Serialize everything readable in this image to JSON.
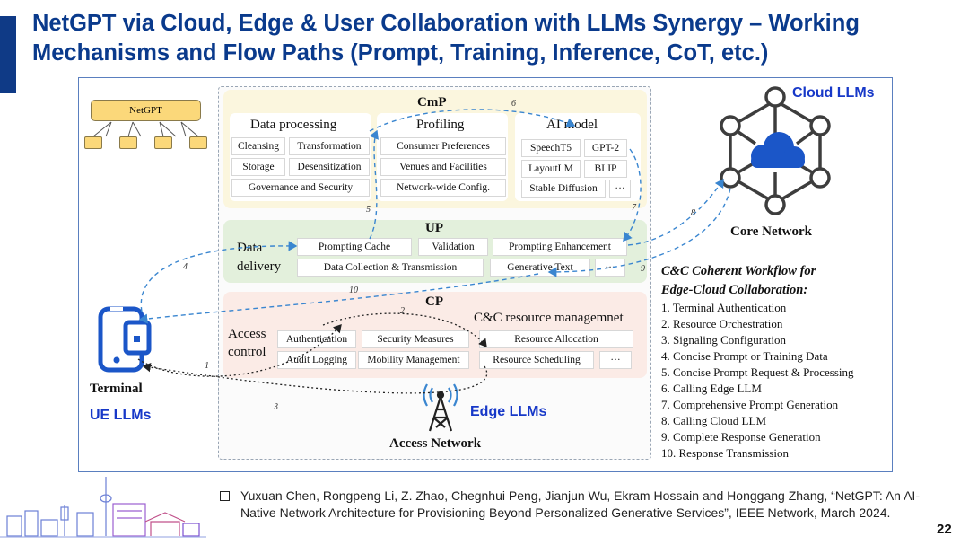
{
  "slide": {
    "title": "NetGPT via Cloud, Edge & User Collaboration with LLMs Synergy – Working Mechanisms and Flow Paths (Prompt, Training, Inference, CoT, etc.)",
    "page_number": "22",
    "accent_color": "#0f3a86",
    "citation": "Yuxuan Chen, Rongpeng Li, Z. Zhao, Chegnhui Peng, Jianjun Wu, Ekram Hossain and Honggang Zhang, “NetGPT: An AI-Native Network Architecture for Provisioning Beyond Personalized Generative Services”, IEEE Network, March 2024."
  },
  "diagram": {
    "netgpt_label": "NetGPT",
    "cmp": {
      "title": "CmP",
      "data_processing": {
        "title": "Data processing",
        "items": [
          "Cleansing",
          "Transformation",
          "Storage",
          "Desensitization",
          "Governance and Security"
        ]
      },
      "profiling": {
        "title": "Profiling",
        "items": [
          "Consumer Preferences",
          "Venues and Facilities",
          "Network-wide Config."
        ]
      },
      "ai_model": {
        "title": "AI model",
        "items": [
          "SpeechT5",
          "GPT-2",
          "LayoutLM",
          "BLIP",
          "Stable Diffusion",
          "···"
        ]
      }
    },
    "up": {
      "title": "UP",
      "side_label": "Data delivery",
      "items": [
        "Prompting Cache",
        "Validation",
        "Prompting Enhancement",
        "Data Collection & Transmission",
        "Generative Text",
        "···"
      ]
    },
    "cp": {
      "title": "CP",
      "access_label": "Access control",
      "access_items": [
        "Authentication",
        "Security Measures",
        "Audit Logging",
        "Mobility Management"
      ],
      "resource_title": "C&C resource managemnet",
      "resource_items": [
        "Resource Allocation",
        "Resource Scheduling",
        "···"
      ]
    },
    "cloud_llms": "Cloud LLMs",
    "core_network": "Core Network",
    "terminal": "Terminal",
    "ue_llms": "UE LLMs",
    "edge_llms": "Edge LLMs",
    "access_network": "Access Network",
    "flow_numbers": [
      "1",
      "2",
      "3",
      "4",
      "5",
      "6",
      "7",
      "8",
      "9",
      "10"
    ],
    "colors": {
      "flow_arrow": "#3a86d0",
      "cloud": "#1b56c8",
      "cmp_bg": "#fbf6de",
      "up_bg": "#e3f0dc",
      "cp_bg": "#fbebe6",
      "netgpt_box": "#fbd87a"
    }
  },
  "workflow": {
    "title_line1": "C&C Coherent Workflow for",
    "title_line2": "Edge-Cloud Collaboration",
    "steps": [
      "1. Terminal Authentication",
      "2. Resource Orchestration",
      "3. Signaling Configuration",
      "4. Concise Prompt or Training Data",
      "5. Concise Prompt Request & Processing",
      "6. Calling Edge LLM",
      "7. Comprehensive Prompt Generation",
      "8. Calling Cloud LLM",
      "9. Complete Response Generation",
      "10. Response Transmission"
    ]
  }
}
